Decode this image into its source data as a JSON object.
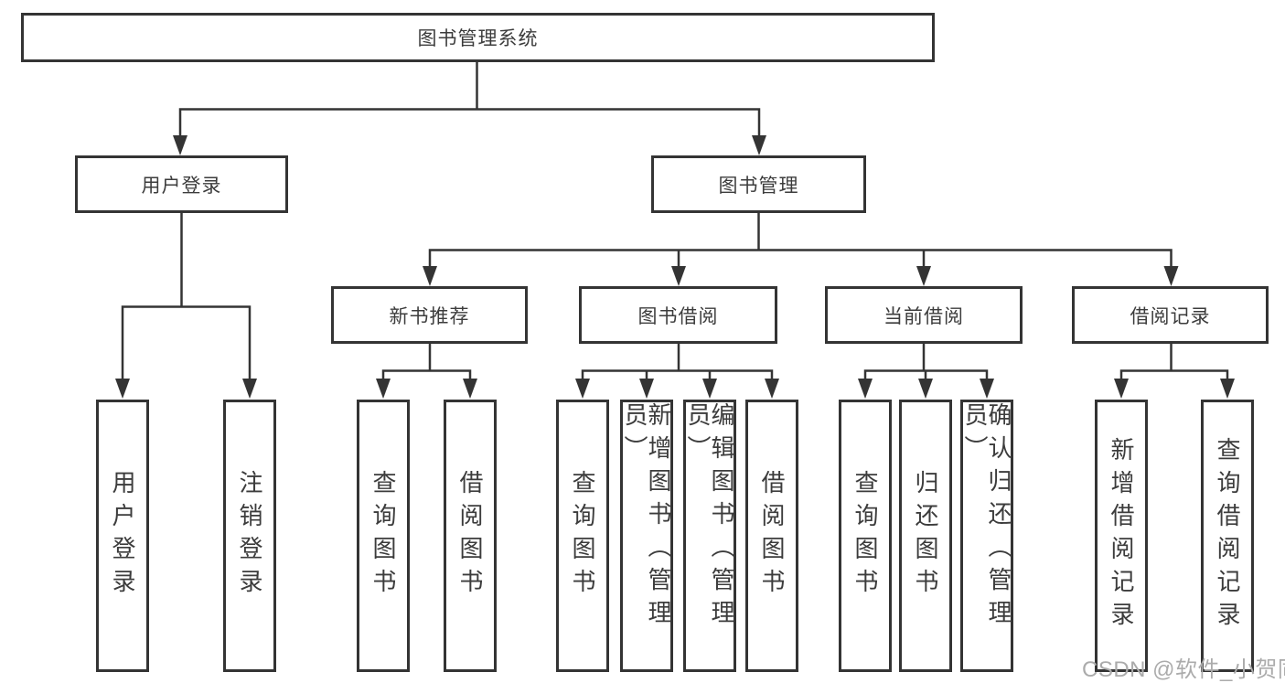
{
  "diagram_title": "图书管理系统",
  "tree": {
    "root": {
      "label": "图书管理系统"
    },
    "children": [
      {
        "label": "用户登录",
        "children": [
          {
            "label": "用户登录"
          },
          {
            "label": "注销登录"
          }
        ]
      },
      {
        "label": "图书管理",
        "children": [
          {
            "label": "新书推荐",
            "children": [
              {
                "label": "查询图书"
              },
              {
                "label": "借阅图书"
              }
            ]
          },
          {
            "label": "图书借阅",
            "children": [
              {
                "label": "查询图书"
              },
              {
                "label": "新增图书（管理员）"
              },
              {
                "label": "编辑图书（管理员）"
              },
              {
                "label": "借阅图书"
              }
            ]
          },
          {
            "label": "当前借阅",
            "children": [
              {
                "label": "查询图书"
              },
              {
                "label": "归还图书"
              },
              {
                "label": "确认归还（管理员）"
              }
            ]
          },
          {
            "label": "借阅记录",
            "children": [
              {
                "label": "新增借阅记录"
              },
              {
                "label": "查询借阅记录"
              }
            ]
          }
        ]
      }
    ]
  },
  "watermark": {
    "text": "CSDN @软件_小贺同学"
  },
  "colors": {
    "line": "#343434",
    "text": "#3c3c3c",
    "background": "#ffffff",
    "watermark": "#ababab"
  }
}
